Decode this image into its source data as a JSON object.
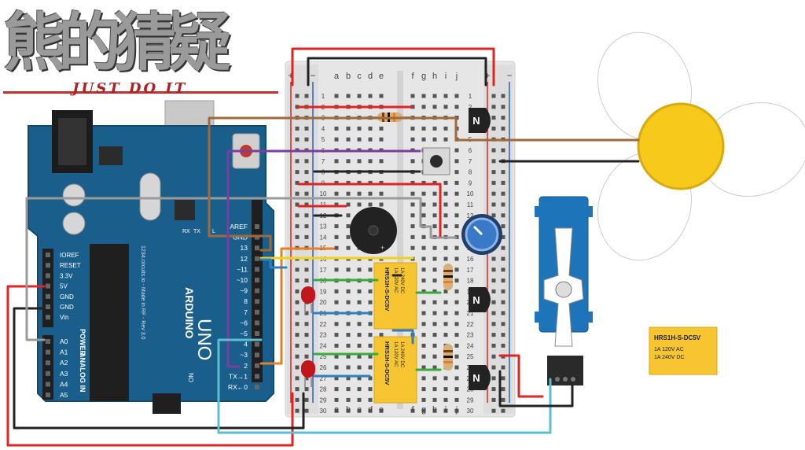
{
  "logo": {
    "title": "熊的猜疑",
    "subtitle": "JUST DO IT"
  },
  "breadboard": {
    "columns_left": [
      "a",
      "b",
      "c",
      "d",
      "e"
    ],
    "columns_right": [
      "f",
      "g",
      "h",
      "i",
      "j"
    ],
    "rows": [
      "1",
      "2",
      "3",
      "4",
      "5",
      "6",
      "7",
      "8",
      "9",
      "10",
      "11",
      "12",
      "13",
      "14",
      "15",
      "16",
      "17",
      "18",
      "19",
      "20",
      "21",
      "22",
      "23",
      "24",
      "25",
      "26",
      "27",
      "28",
      "29",
      "30"
    ],
    "rail_plus": "+",
    "rail_minus": "−"
  },
  "arduino": {
    "brand": "ARDUINO",
    "model": "UNO",
    "credit": "1234.circuits.io - Made in RF - Rev 3.0",
    "power_header": [
      "IOREF",
      "RESET",
      "3.3V",
      "5V",
      "GND",
      "GND",
      "Vin"
    ],
    "analog_header": [
      "A0",
      "A1",
      "A2",
      "A3",
      "A4",
      "A5"
    ],
    "power_label": "POWER",
    "analog_label": "ANALOG IN",
    "digital_header": [
      "AREF",
      "GND",
      "13",
      "12",
      "~11",
      "~10",
      "~9",
      "8",
      "7",
      "~6",
      "~5",
      "4",
      "~3",
      "2",
      "TX→1",
      "RX←0"
    ],
    "led_labels": [
      "RX",
      "TX",
      "L"
    ],
    "on_label": "ON"
  },
  "relays": [
    {
      "label": "HRS1H-S-DC5V",
      "spec": [
        "1A 120V AC",
        "1A 240V DC"
      ]
    },
    {
      "label": "HRS1H-S-DC5V",
      "spec": [
        "1A 120V AC",
        "1A 240V DC"
      ]
    }
  ],
  "standalone_relay": {
    "label": "HRS1H-S-DC5V",
    "spec": [
      "1A 120V AC",
      "1A 240V DC"
    ]
  },
  "transistors": [
    "N",
    "N",
    "N"
  ],
  "colors": {
    "board_blue": "#1a5f8c",
    "breadboard": "#e6e6e6",
    "relay_yellow": "#f7c531",
    "wire_red": "#e02424",
    "wire_black": "#222222",
    "wire_brown": "#a0693a",
    "wire_purple": "#7b3ea0",
    "wire_orange": "#e67e22",
    "wire_yellow": "#f1d21b",
    "wire_gray": "#9a9a9a",
    "wire_teal": "#5bbfd0",
    "wire_blue": "#2f80c0",
    "wire_green": "#3aaa3a",
    "fan_hub": "#f7c91a"
  }
}
